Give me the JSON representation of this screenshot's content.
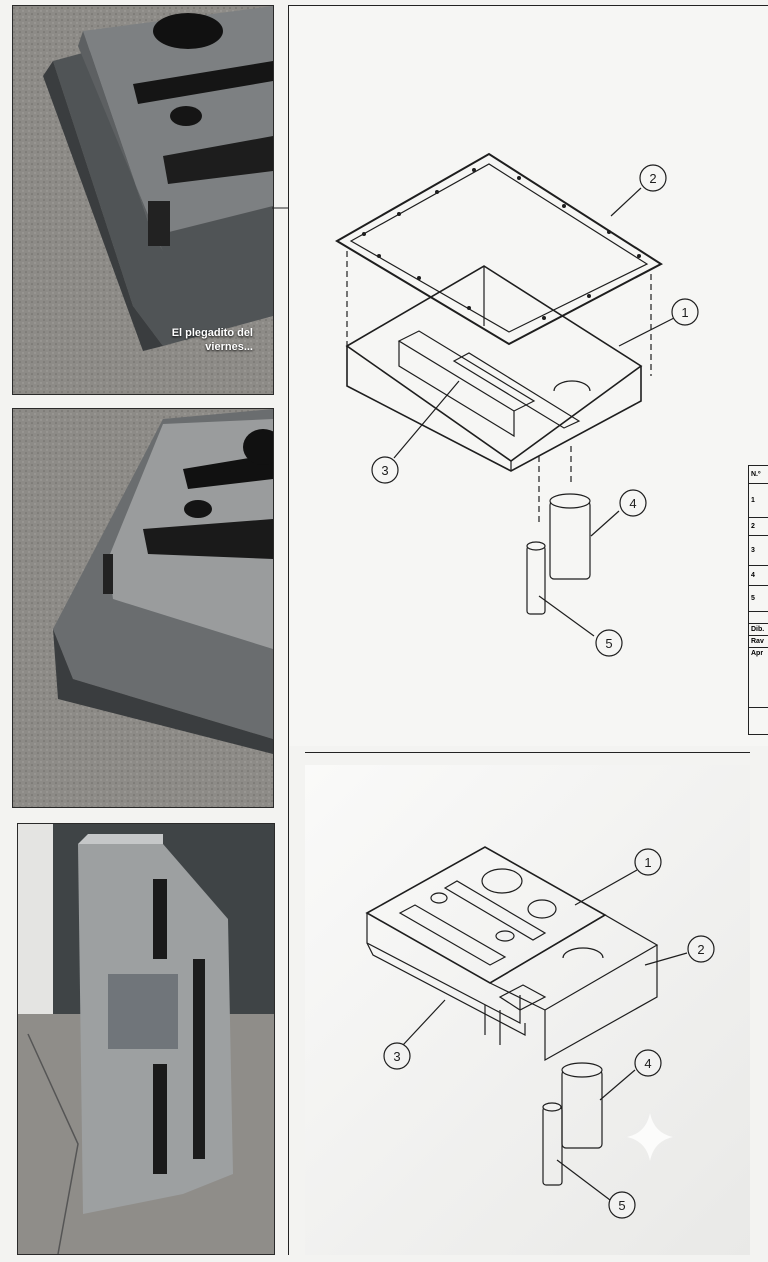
{
  "photos": {
    "caption_line1": "El plegadito del",
    "caption_line2": "viernes..."
  },
  "drawing_top": {
    "balloons": [
      "1",
      "2",
      "3",
      "4",
      "5"
    ]
  },
  "title_block": {
    "header": "N.º",
    "rows": [
      "1",
      "2",
      "3",
      "4",
      "5"
    ],
    "labels": [
      "Dib.",
      "Rav",
      "Apr"
    ]
  },
  "drawing_bottom": {
    "balloons": [
      "1",
      "2",
      "3",
      "4",
      "5"
    ]
  },
  "colors": {
    "concrete": "#8e8c88",
    "steel": "#6f7274",
    "line": "#1e1e1e"
  }
}
